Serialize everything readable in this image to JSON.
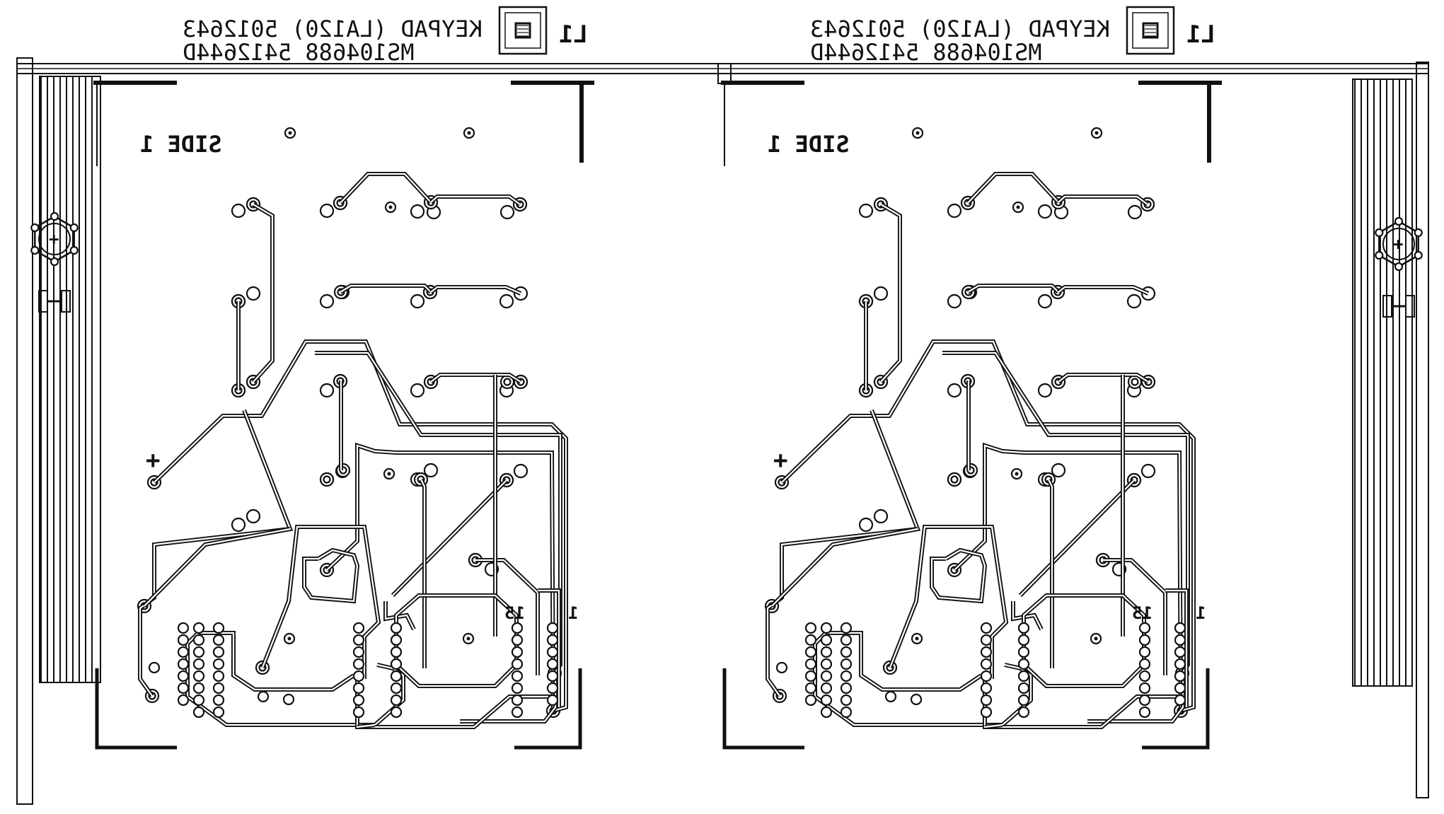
{
  "panels": [
    {
      "title_line1": "KEYPAD (LA120) 5012643",
      "title_line2": "MS104688 5412644D",
      "component_label": "L1",
      "side_label": "SIDE 1",
      "connector_pin_first": "1",
      "connector_pin_last": "15",
      "polarity_mark": "+"
    },
    {
      "title_line1": "KEYPAD (LA120) 5012643",
      "title_line2": "MS104688 5412644D",
      "component_label": "L1",
      "side_label": "SIDE 1",
      "connector_pin_first": "1",
      "connector_pin_last": "15",
      "polarity_mark": "+"
    }
  ],
  "fiducial_marks": [
    "+",
    "+"
  ],
  "colors": {
    "ink": "#111111",
    "paper": "#ffffff"
  }
}
